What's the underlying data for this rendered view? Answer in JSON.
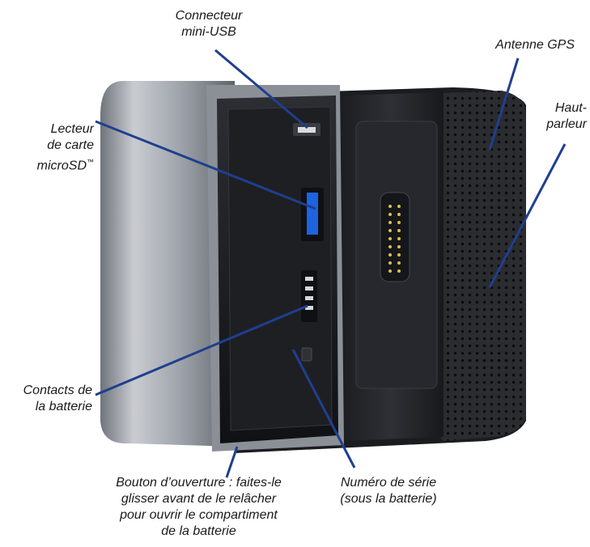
{
  "image_alt": "Rear view of a GPS navigation device with battery compartment open",
  "callouts": {
    "usb": "Connecteur\nmini-USB",
    "gps": "Antenne GPS",
    "speaker": "Haut-\nparleur",
    "microsd": "Lecteur\nde carte\nmicroSD",
    "microsd_tm": "™",
    "battery_contacts": "Contacts de\nla batterie",
    "release_button": "Bouton d’ouverture : faites-le\nglisser avant de le relâcher\npour ouvrir le compartiment\nde la batterie",
    "serial": "Numéro de série\n(sous la batterie)"
  },
  "colors": {
    "leader_line": "#1f3f8f",
    "device_frame": "#8d9299",
    "device_dark": "#222428",
    "speaker_grill": "#2a2b2e",
    "microsd_slot": "#1e63e0"
  }
}
